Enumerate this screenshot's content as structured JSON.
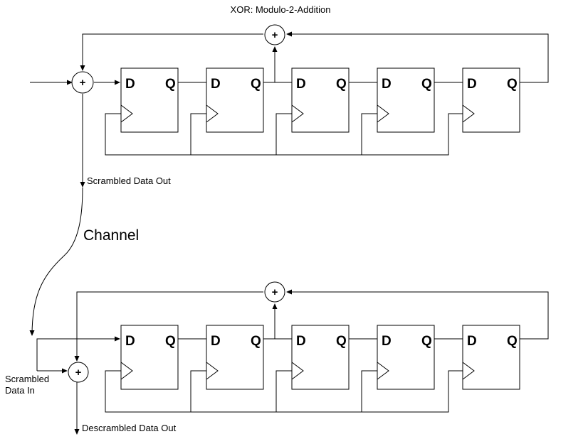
{
  "top_label": "XOR: Modulo-2-Addition",
  "scrambled_out_label": "Scrambled Data Out",
  "channel_label": "Channel",
  "scrambled_in_label_1": "Scrambled",
  "scrambled_in_label_2": "Data In",
  "descrambled_out_label": "Descrambled Data Out",
  "xor_symbol": "+",
  "ff_d_label": "D",
  "ff_q_label": "Q",
  "flip_flop_count": 5
}
